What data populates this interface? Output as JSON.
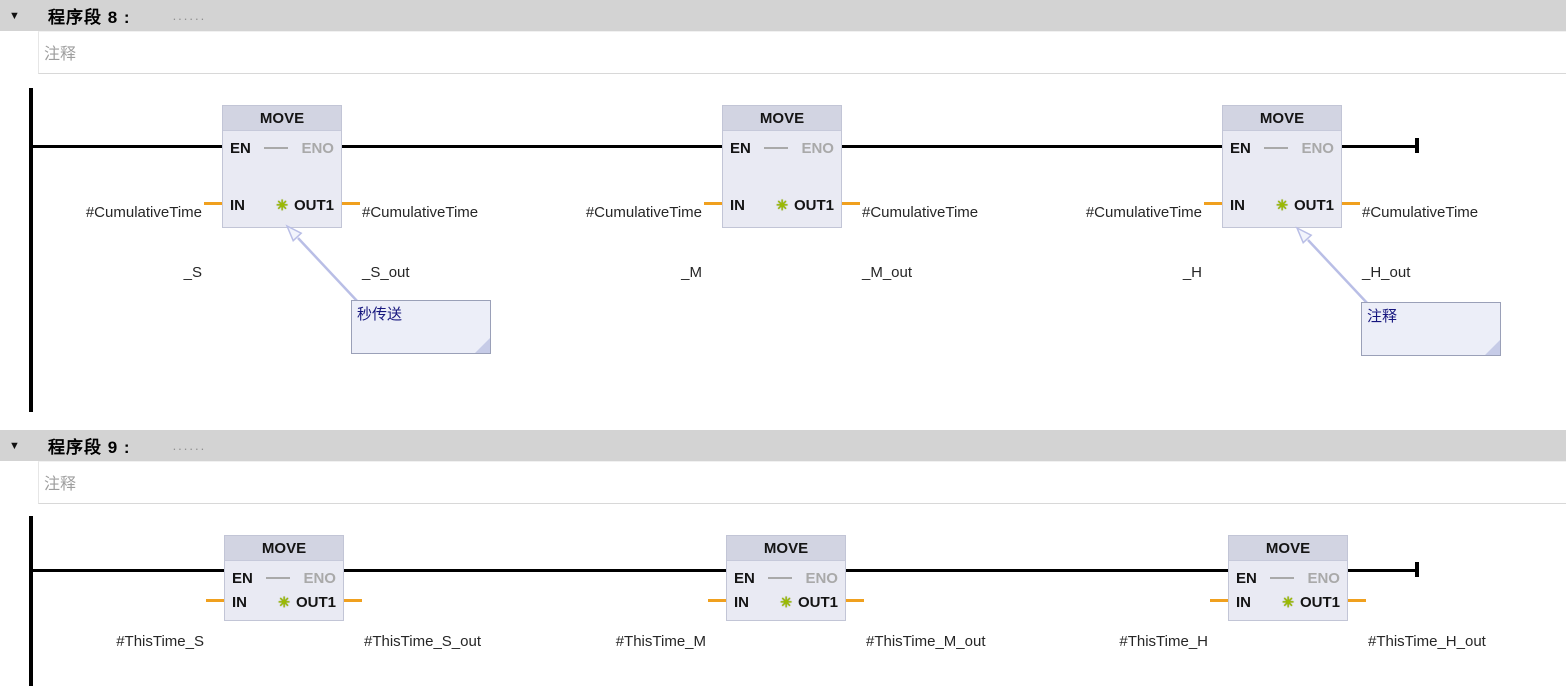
{
  "icons": {
    "collapse": "▼",
    "move_success_star": "✳"
  },
  "colors": {
    "network_bar": "#D3D3D3",
    "wire": "#000000",
    "operand_wire": "#F0A01E",
    "block_body": "#E9EAF3",
    "block_header": "#D2D4E2",
    "star_green": "#9BBB00",
    "callout_bg": "#ECEEF8",
    "callout_text": "#16167E"
  },
  "networks": [
    {
      "title": "程序段 8 :",
      "title_placeholder": "......",
      "comment_placeholder": "注释",
      "blocks": [
        {
          "title": "MOVE",
          "en_label": "EN",
          "eno_label": "ENO",
          "in_label": "IN",
          "out_label": "OUT1",
          "in_operand": {
            "line1": "#CumulativeTime",
            "line2": "_S"
          },
          "out_operand": {
            "line1": "#CumulativeTime",
            "line2": "_S_out"
          }
        },
        {
          "title": "MOVE",
          "en_label": "EN",
          "eno_label": "ENO",
          "in_label": "IN",
          "out_label": "OUT1",
          "in_operand": {
            "line1": "#CumulativeTime",
            "line2": "_M"
          },
          "out_operand": {
            "line1": "#CumulativeTime",
            "line2": "_M_out"
          }
        },
        {
          "title": "MOVE",
          "en_label": "EN",
          "eno_label": "ENO",
          "in_label": "IN",
          "out_label": "OUT1",
          "in_operand": {
            "line1": "#CumulativeTime",
            "line2": "_H"
          },
          "out_operand": {
            "line1": "#CumulativeTime",
            "line2": "_H_out"
          }
        }
      ],
      "callouts": [
        {
          "text": "秒传送"
        },
        {
          "text": "注释"
        }
      ]
    },
    {
      "title": "程序段 9 :",
      "title_placeholder": "......",
      "comment_placeholder": "注释",
      "blocks": [
        {
          "title": "MOVE",
          "en_label": "EN",
          "eno_label": "ENO",
          "in_label": "IN",
          "out_label": "OUT1",
          "in_operand": {
            "line1": "#ThisTime_S",
            "line2": ""
          },
          "out_operand": {
            "line1": "#ThisTime_S_out",
            "line2": ""
          }
        },
        {
          "title": "MOVE",
          "en_label": "EN",
          "eno_label": "ENO",
          "in_label": "IN",
          "out_label": "OUT1",
          "in_operand": {
            "line1": "#ThisTime_M",
            "line2": ""
          },
          "out_operand": {
            "line1": "#ThisTime_M_out",
            "line2": ""
          }
        },
        {
          "title": "MOVE",
          "en_label": "EN",
          "eno_label": "ENO",
          "in_label": "IN",
          "out_label": "OUT1",
          "in_operand": {
            "line1": "#ThisTime_H",
            "line2": ""
          },
          "out_operand": {
            "line1": "#ThisTime_H_out",
            "line2": ""
          }
        }
      ],
      "callouts": []
    }
  ]
}
